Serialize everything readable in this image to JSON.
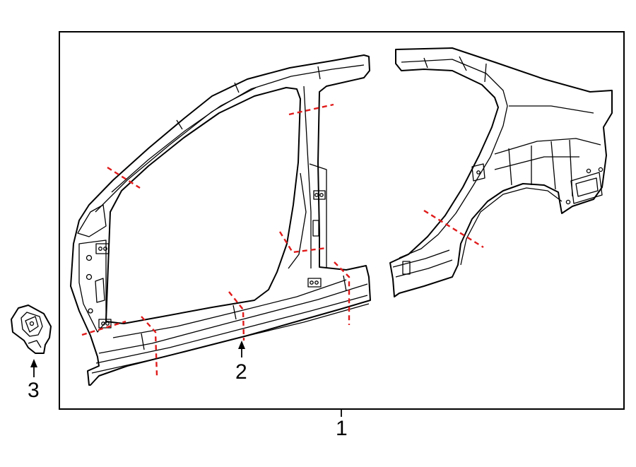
{
  "callouts": [
    {
      "id": "callout-1",
      "text": "1"
    },
    {
      "id": "callout-2",
      "text": "2"
    },
    {
      "id": "callout-3",
      "text": "3"
    }
  ],
  "colors": {
    "linework": "#000000",
    "cut_lines": "#e01b1b",
    "background": "#ffffff"
  }
}
